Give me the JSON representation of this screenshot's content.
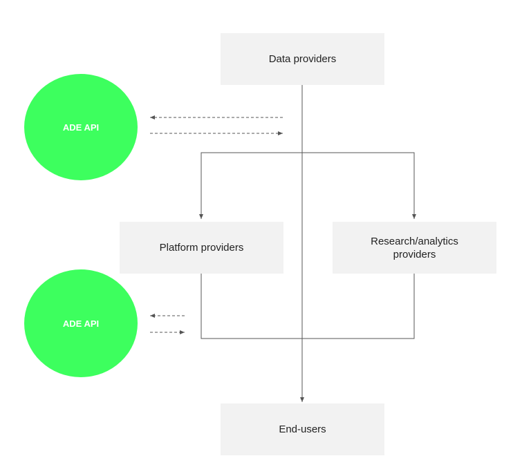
{
  "diagram": {
    "nodes": {
      "data_providers": {
        "label": "Data providers"
      },
      "platform_providers": {
        "label": "Platform providers"
      },
      "research_providers": {
        "label": "Research/analytics providers"
      },
      "end_users": {
        "label": "End-users"
      },
      "ade_api_top": {
        "label": "ADE API"
      },
      "ade_api_bottom": {
        "label": "ADE API"
      }
    },
    "edges": [
      {
        "from": "data_providers",
        "to": "end_users",
        "style": "solid"
      },
      {
        "from": "data_providers",
        "to": "platform_providers",
        "style": "solid"
      },
      {
        "from": "data_providers",
        "to": "research_providers",
        "style": "solid"
      },
      {
        "from": "platform_providers",
        "to": "end_users",
        "style": "solid"
      },
      {
        "from": "research_providers",
        "to": "end_users",
        "style": "solid"
      },
      {
        "from": "data_providers",
        "to": "ade_api_top",
        "style": "dashed"
      },
      {
        "from": "ade_api_top",
        "to": "data_providers",
        "style": "dashed"
      },
      {
        "from": "platform_providers",
        "to": "ade_api_bottom",
        "style": "dashed"
      },
      {
        "from": "ade_api_bottom",
        "to": "platform_providers",
        "style": "dashed"
      }
    ]
  },
  "colors": {
    "api_green": "#3dff5e",
    "box_fill": "#f2f2f2",
    "line": "#555555",
    "text": "#222222"
  }
}
